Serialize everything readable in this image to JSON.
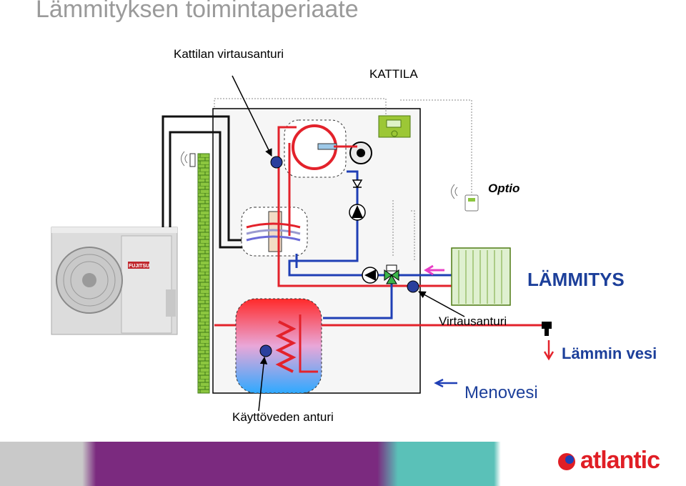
{
  "title": "Lämmityksen toimintaperiaate",
  "labels": {
    "boiler_sensor": "Kattilan virtausanturi",
    "boiler": "KATTILA",
    "option": "Optio",
    "heating": "LÄMMITYS",
    "flow_sensor": "Virtausanturi",
    "hot_water": "Lämmin vesi",
    "supply_water": "Menovesi",
    "dhw_sensor": "Käyttöveden anturi"
  },
  "outdoor_unit": {
    "brand": "FUJITSU"
  },
  "footer": {
    "logo_text": "atlantic"
  },
  "colors": {
    "hot_pipe": "#e3222b",
    "cold_pipe": "#1f3fb5",
    "wall": "#8cc63f",
    "footer_purple": "#7b2a7f",
    "footer_teal": "#5ac1b8",
    "logo_red": "#e01e25",
    "arrow_magenta": "#e83ec5",
    "sensor_blue": "#2a3f9d"
  }
}
